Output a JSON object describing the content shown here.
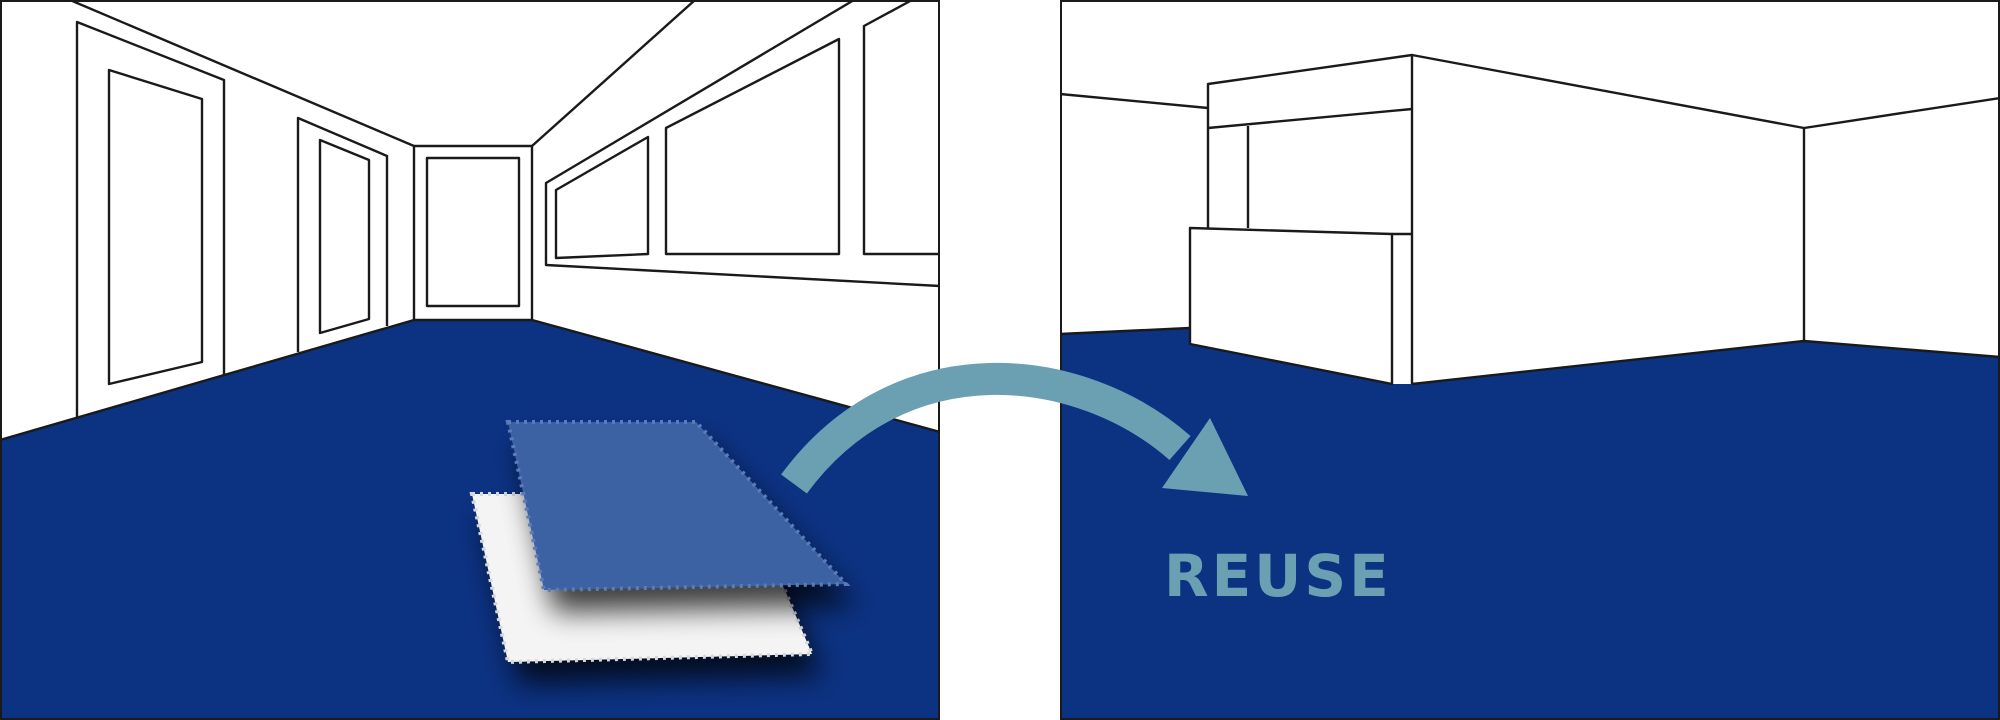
{
  "caption": {
    "text": "REUSE"
  },
  "colors": {
    "floor": "#0c3282",
    "tile_lifted": "#3d62a3",
    "tile_white": "#f4f4f4",
    "arrow": "#6ba0b3",
    "label": "#6ba0b3",
    "line": "#1a1a1a",
    "wall": "#ffffff"
  },
  "panels": [
    {
      "name": "original-room",
      "description_visible": false
    },
    {
      "name": "new-room",
      "description_visible": false
    }
  ]
}
